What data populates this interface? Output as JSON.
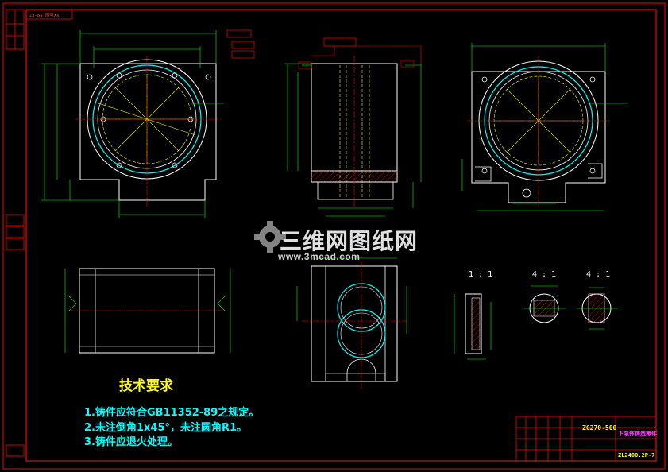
{
  "drawing": {
    "top_left_tag": "ZJ-85 图号XX",
    "watermark": {
      "brand_cn": "三维网图纸网",
      "url": "www.3mcad.com"
    },
    "technical_requirements": {
      "title": "技术要求",
      "items": [
        "1.铸件应符合GB11352-89之规定。",
        "2.未注倒角1x45°，未注圆角R1。",
        "3.铸件应退火处理。"
      ]
    },
    "detail_views": [
      {
        "label": "1 : 1"
      },
      {
        "label": "4 : 1"
      },
      {
        "label": "4 : 1"
      }
    ],
    "title_block": {
      "material": "ZG270-500",
      "part_name": "下泵体铸造零件",
      "drawing_no": "ZL2400.2P-7"
    },
    "colors": {
      "frame": "#ff0000",
      "outline": "#ffffff",
      "centerline": "#ff0000",
      "dimension": "#00ff00",
      "hidden": "#ffff00",
      "hatch": "#ff0000",
      "text_tech": "#00ffff",
      "title_block_text": "#ff40ff"
    }
  }
}
